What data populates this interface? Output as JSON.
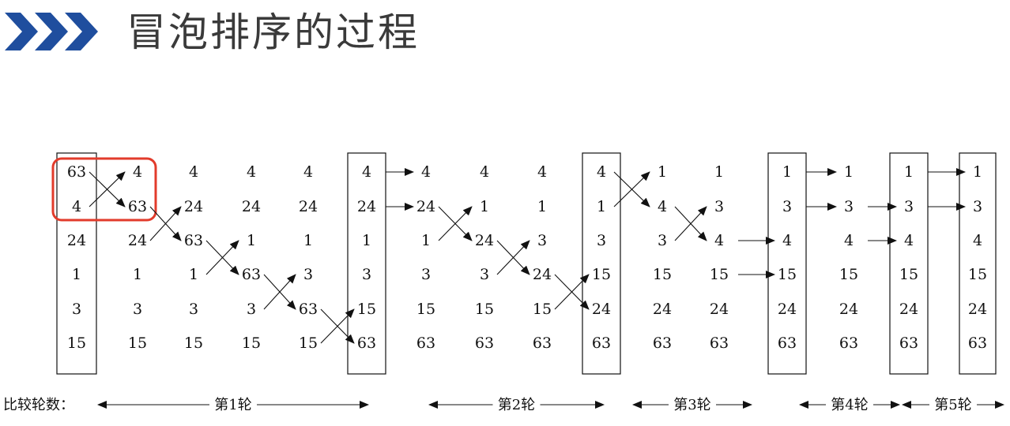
{
  "title": "冒泡排序的过程",
  "colors": {
    "chevron": "#1f4e9e",
    "highlight": "#e23b2b",
    "ink": "#111111"
  },
  "columns": [
    [
      63,
      4,
      24,
      1,
      3,
      15
    ],
    [
      4,
      63,
      24,
      1,
      3,
      15
    ],
    [
      4,
      24,
      63,
      1,
      3,
      15
    ],
    [
      4,
      24,
      1,
      63,
      3,
      15
    ],
    [
      4,
      24,
      1,
      3,
      63,
      15
    ],
    [
      4,
      24,
      1,
      3,
      15,
      63
    ],
    [
      4,
      24,
      1,
      3,
      15,
      63
    ],
    [
      4,
      1,
      24,
      3,
      15,
      63
    ],
    [
      4,
      1,
      3,
      24,
      15,
      63
    ],
    [
      4,
      1,
      3,
      15,
      24,
      63
    ],
    [
      1,
      4,
      3,
      15,
      24,
      63
    ],
    [
      1,
      3,
      4,
      15,
      24,
      63
    ],
    [
      1,
      3,
      4,
      15,
      24,
      63
    ],
    [
      1,
      3,
      4,
      15,
      24,
      63
    ],
    [
      1,
      3,
      4,
      15,
      24,
      63
    ],
    [
      1,
      3,
      4,
      15,
      24,
      63
    ]
  ],
  "rounds_label": "比较轮数：",
  "rounds": [
    "第1轮",
    "第2轮",
    "第3轮",
    "第4轮",
    "第5轮"
  ]
}
